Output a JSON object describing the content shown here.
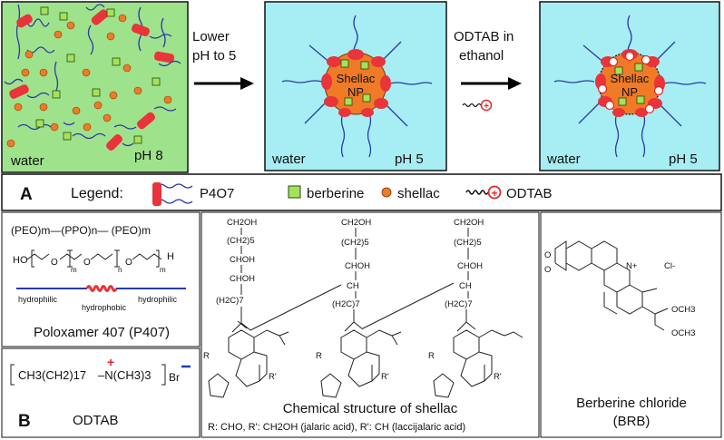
{
  "panelA": {
    "box1": {
      "water": "water",
      "ph": "pH 8"
    },
    "step1": {
      "line1": "Lower",
      "line2": "pH to 5"
    },
    "box2": {
      "water": "water",
      "ph": "pH 5",
      "np_line1": "Shellac",
      "np_line2": "NP"
    },
    "step2": {
      "line1": "ODTAB in",
      "line2": "ethanol"
    },
    "box3": {
      "water": "water",
      "ph": "pH 5",
      "np_line1": "Shellac",
      "np_line2": "NP"
    },
    "legend": {
      "panel_letter": "A",
      "title": "Legend:",
      "p407": "P4O7",
      "berberine": "berberine",
      "shellac": "shellac",
      "odtab": "ODTAB"
    }
  },
  "panelB": {
    "panel_letter": "B",
    "poloxamer": {
      "block_formula": "(PEO)m—(PPO)n— (PEO)m",
      "chain_formula": "HO—[—O—]m—[—O—]n—[—O—]m—H",
      "hydrophilic_left": "hydrophilic",
      "hydrophobic": "hydrophobic",
      "hydrophilic_right": "hydrophilic",
      "caption": "Poloxamer 407 (P407)"
    },
    "odtab": {
      "formula_part1": "CH3(CH2)17",
      "formula_part2": "–N(CH3)3",
      "counterion": "Br",
      "caption": "ODTAB"
    },
    "shellac": {
      "ch2oh": "CH2OH",
      "ch2_5": "(CH2)5",
      "choh": "CHOH",
      "h2c_7": "(H2C)7",
      "ch": "CH",
      "r": "R",
      "r_prime": "R'",
      "caption": "Chemical structure of shellac",
      "note": "R: CHO, R': CH2OH  (jalaric acid), R': CH  (laccijalaric acid)"
    },
    "berberine": {
      "n_plus": "N+",
      "cl": "Cl-",
      "och3": "OCH3",
      "caption_line1": "Berberine chloride",
      "caption_line2": "(BRB)"
    }
  },
  "colors": {
    "water_green": "#9fe28c",
    "water_cyan": "#a6eef3",
    "shellac_orange": "#f07a26",
    "berberine_green": "#a8e05a",
    "tail_blue": "#2b3aa8",
    "ppo_red": "#e8343a",
    "odtab_plus": "#e4262c",
    "br_minus": "#1d3fc0"
  }
}
